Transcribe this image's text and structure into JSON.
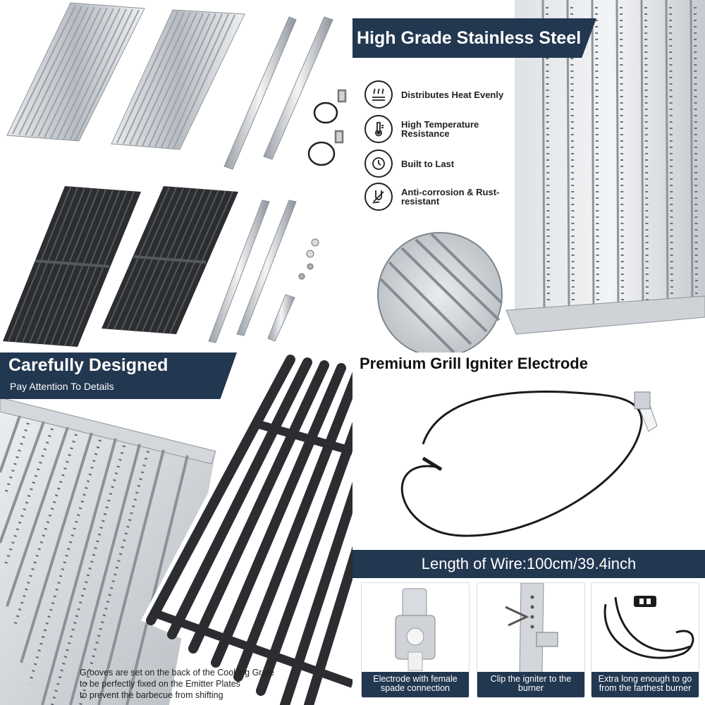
{
  "steel": {
    "title": "High Grade Stainless Steel",
    "features": [
      {
        "icon": "heat-waves-icon",
        "label": "Distributes Heat Evenly"
      },
      {
        "icon": "thermometer-icon",
        "label": "High Temperature Resistance"
      },
      {
        "icon": "clock-icon",
        "label": "Built to Last"
      },
      {
        "icon": "anti-corrosion-icon",
        "label": "Anti-corrosion & Rust-resistant"
      }
    ]
  },
  "design": {
    "title": "Carefully Designed",
    "subtitle": "Pay Attention To Details",
    "caption_lines": [
      "Grooves are set on the back of the Cooking Grate",
      "to be perfectly fixed on the Emitter Plates",
      "to prevent the barbecue from shifting"
    ]
  },
  "igniter": {
    "title": "Premium Grill Igniter Electrode",
    "wire_length": "Length of Wire:100cm/39.4inch",
    "cards": [
      {
        "label": "Electrode with female spade connection"
      },
      {
        "label": "Clip the igniter to the burner"
      },
      {
        "label": "Extra long enough to go from the farthest burner"
      }
    ]
  },
  "colors": {
    "navy": "#223750",
    "steel": "#c9cdd2",
    "iron": "#2b2d30"
  }
}
